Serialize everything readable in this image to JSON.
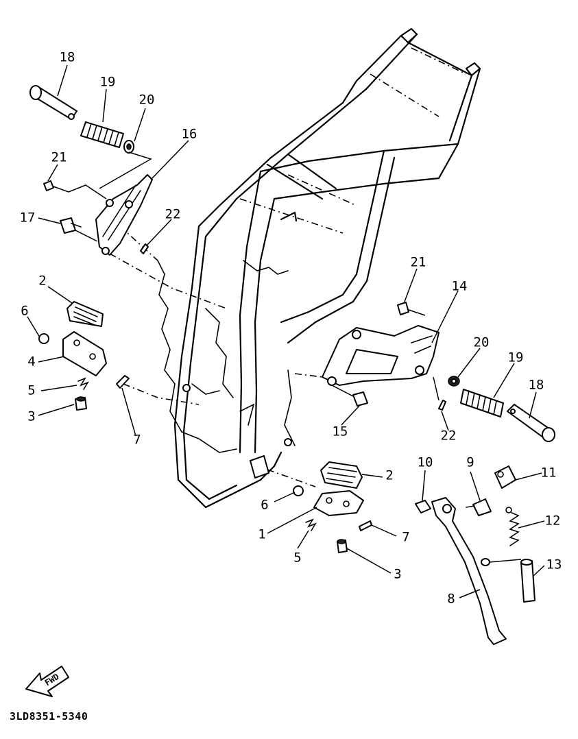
{
  "diagram": {
    "drawing_code": "3LD8351-5340",
    "direction_marker": "FWD",
    "callouts": [
      "18",
      "19",
      "20",
      "16",
      "21",
      "17",
      "22",
      "2",
      "6",
      "4",
      "5",
      "3",
      "7",
      "21",
      "14",
      "20",
      "19",
      "18",
      "15",
      "22",
      "2",
      "6",
      "1",
      "5",
      "7",
      "3",
      "10",
      "9",
      "11",
      "12",
      "13",
      "8"
    ]
  }
}
